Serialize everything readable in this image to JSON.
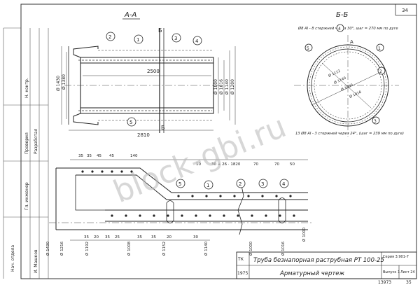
{
  "sheet": {
    "page_number": "34",
    "year": "1975",
    "code_mark": "ТК",
    "bottom_number": "13973",
    "bottom_right_number": "35",
    "series": "Серия 3.901-7",
    "issue": "Выпуск 1",
    "sheet_no": "Лист 24"
  },
  "title": {
    "main": "Труба безнапорная раструбная РТ 100-25",
    "sub": "Арматурный чертеж"
  },
  "section_aa": {
    "label": "А-А",
    "dims": {
      "inner_length": "2500",
      "total_length": "2810",
      "d1": "Ø 1430",
      "d2": "Ø 1380",
      "d3": "Ø 1000",
      "d4": "Ø 1016",
      "d5": "Ø 1140",
      "d6": "Ø 1200"
    },
    "markers": [
      "1",
      "2",
      "3",
      "4",
      "5"
    ],
    "cut_letter": "Б"
  },
  "section_bb": {
    "label": "Б-Б",
    "note_top": "Ø8 АI - 8 стержней через 30°, шаг = 270 мм по дуге",
    "note_bottom": "13 Ø8 АI - 3 стержней через 24°, (шаг = 239 мм по дуге)",
    "markers": [
      "1",
      "2",
      "3",
      "4",
      "5"
    ],
    "letter": "А",
    "radii": [
      "Ø 1112",
      "Ø 1140",
      "Ø 1000",
      "Ø 1016"
    ]
  },
  "lower_section": {
    "top_dims": [
      "35",
      "35",
      "45",
      "45",
      "140",
      "10",
      "30 + 26 · 1820",
      "70",
      "70",
      "50"
    ],
    "bottom_dims": [
      "35",
      "20",
      "35",
      "25",
      "35",
      "35",
      "20",
      "30"
    ],
    "vertical_dims": [
      "Ø 1430",
      "Ø 1216",
      "Ø 1192",
      "Ø 1008",
      "Ø 1152",
      "Ø 1140",
      "Ø 1000",
      "Ø 1016",
      "Ø 1000"
    ],
    "markers": [
      "5",
      "1",
      "2",
      "3",
      "4"
    ]
  },
  "stamp_column": [
    "Н. контр.",
    "Проверил",
    "Разработал",
    "Гл. инженер",
    "Нач. отдела",
    "И. Машков"
  ],
  "watermark": "block-gbi.ru"
}
